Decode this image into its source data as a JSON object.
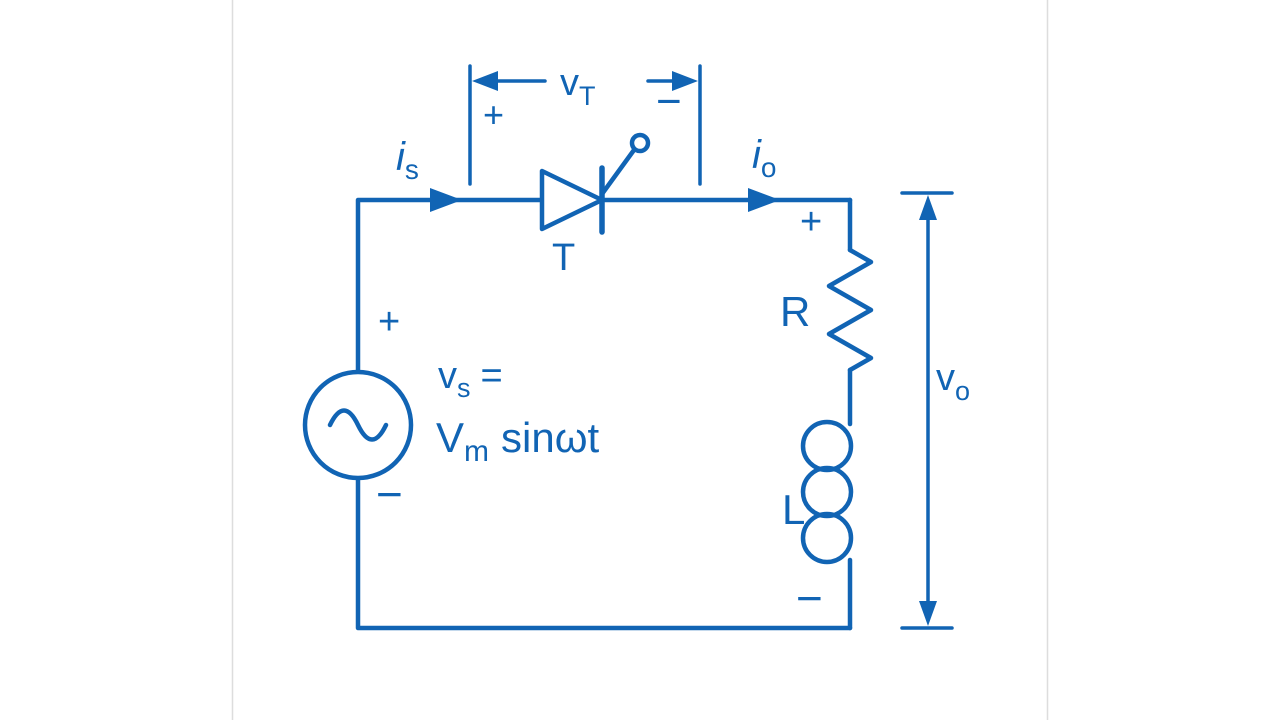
{
  "diagram": {
    "kind": "circuit-diagram",
    "colors": {
      "accent": "#1164b4",
      "background": "#ffffff",
      "frame_line": "#dddddd"
    },
    "components": [
      "ac-voltage-source-icon",
      "thyristor-icon",
      "resistor-icon",
      "inductor-icon"
    ]
  },
  "labels": {
    "source_current": {
      "base": "i",
      "sub": "s"
    },
    "output_current": {
      "base": "i",
      "sub": "o"
    },
    "thyristor_voltage": {
      "base": "v",
      "sub": "T",
      "plus": "+",
      "minus": "−"
    },
    "thyristor": "T",
    "source": {
      "plus": "+",
      "minus": "−"
    },
    "source_voltage": {
      "base": "v",
      "sub": "s",
      "equals": "="
    },
    "source_expression": {
      "base": "V",
      "sub": "m",
      "rest": "sinωt"
    },
    "resistor": "R",
    "inductor": "L",
    "load": {
      "plus": "+",
      "minus": "−"
    },
    "output_voltage": {
      "base": "v",
      "sub": "o"
    }
  }
}
